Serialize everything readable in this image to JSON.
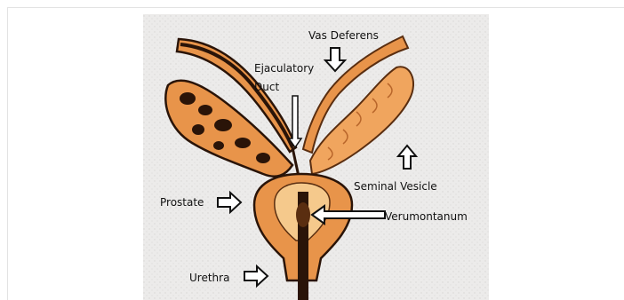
{
  "diagram": {
    "labels": {
      "vas_deferens": "Vas Deferens",
      "ejaculatory_duct_line1": "Ejaculatory",
      "ejaculatory_duct_line2": "Duct",
      "seminal_vesicle": "Seminal Vesicle",
      "prostate": "Prostate",
      "verumontanum": "Verumontanum",
      "urethra": "Urethra"
    },
    "colors": {
      "tissue_orange": "#e8944a",
      "tissue_light": "#f5c98c",
      "outline_dark": "#2a1408",
      "background": "#ecebea"
    }
  }
}
